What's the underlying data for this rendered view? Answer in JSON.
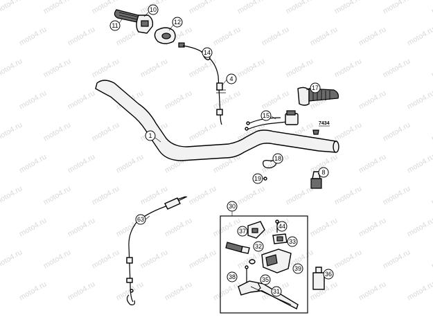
{
  "watermark": "moto4.ru",
  "part_numbers": {
    "p1": "1",
    "p4": "4",
    "p8": "8",
    "p10": "10",
    "p11": "11",
    "p12": "12",
    "p14": "14",
    "p15": "15",
    "p17": "17",
    "p18": "18",
    "p19": "19",
    "p30": "30",
    "p31": "31",
    "p32": "32",
    "p33": "33",
    "p35": "35",
    "p36": "36",
    "p37": "37",
    "p38": "38",
    "p39": "39",
    "p44": "44",
    "p63": "63"
  },
  "spec_code": "7434"
}
